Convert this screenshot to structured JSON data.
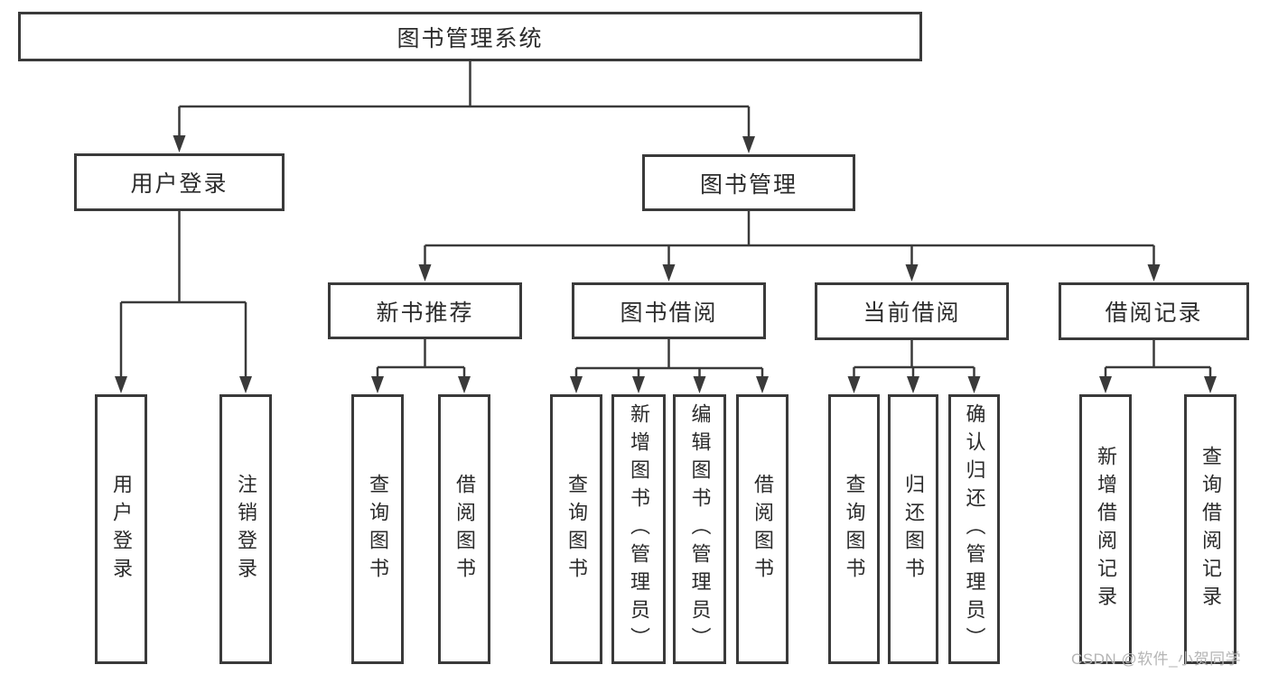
{
  "diagram": {
    "type": "hierarchy",
    "title": "图书管理系统",
    "root": {
      "id": "root",
      "label": "图书管理系统",
      "children": [
        {
          "id": "user-login",
          "label": "用户登录",
          "children": [
            {
              "id": "leaf-user-login",
              "label": "用户登录"
            },
            {
              "id": "leaf-logout",
              "label": "注销登录"
            }
          ]
        },
        {
          "id": "book-mgmt",
          "label": "图书管理",
          "children": [
            {
              "id": "new-book",
              "label": "新书推荐",
              "children": [
                {
                  "id": "nb-query",
                  "label": "查询图书"
                },
                {
                  "id": "nb-borrow",
                  "label": "借阅图书"
                }
              ]
            },
            {
              "id": "book-borrow",
              "label": "图书借阅",
              "children": [
                {
                  "id": "bb-query",
                  "label": "查询图书"
                },
                {
                  "id": "bb-add",
                  "label": "新增图书（管理员）"
                },
                {
                  "id": "bb-edit",
                  "label": "编辑图书（管理员）"
                },
                {
                  "id": "bb-borrow",
                  "label": "借阅图书"
                }
              ]
            },
            {
              "id": "current-borrow",
              "label": "当前借阅",
              "children": [
                {
                  "id": "cb-query",
                  "label": "查询图书"
                },
                {
                  "id": "cb-return",
                  "label": "归还图书"
                },
                {
                  "id": "cb-confirm",
                  "label": "确认归还（管理员）"
                }
              ]
            },
            {
              "id": "borrow-record",
              "label": "借阅记录",
              "children": [
                {
                  "id": "br-add",
                  "label": "新增借阅记录"
                },
                {
                  "id": "br-query",
                  "label": "查询借阅记录"
                }
              ]
            }
          ]
        }
      ]
    }
  },
  "watermark": {
    "text": "CSDN @软件_小贺同学"
  },
  "colors": {
    "line": "#3a3a3a",
    "box_border": "#3a3a3a",
    "text": "#2b2b2b",
    "watermark": "#b5b5b5",
    "background": "#ffffff"
  }
}
